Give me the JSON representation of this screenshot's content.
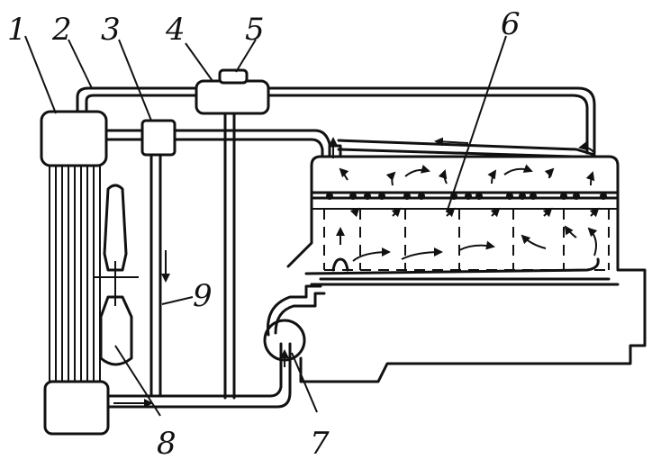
{
  "diagram": {
    "labels": [
      "1",
      "2",
      "3",
      "4",
      "5",
      "6",
      "7",
      "8",
      "9"
    ]
  },
  "colors": {
    "ink": "#111111",
    "background": "#ffffff"
  }
}
